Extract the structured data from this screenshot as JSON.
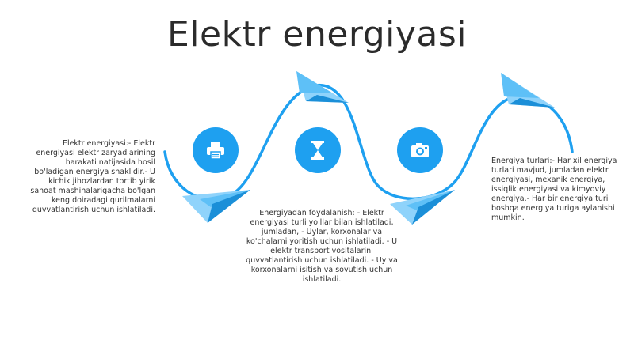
{
  "title": "Elektr energiyasi",
  "colors": {
    "accent": "#1ea0f0",
    "plane_light": "#8fd3fb",
    "plane_dark": "#1b8fd8",
    "text": "#333333"
  },
  "steps": [
    {
      "icon": "printer-icon",
      "text": "Elektr energiyasi:- Elektr energiyasi elektr zaryadlarining harakati natijasida hosil bo'ladigan energiya shaklidir.- U kichik jihozlardan tortib yirik sanoat mashinalarigacha bo'lgan keng doiradagi qurilmalarni quvvatlantirish uchun ishlatiladi."
    },
    {
      "icon": "hourglass-icon",
      "text": "Energiyadan foydalanish: - Elektr energiyasi turli yo'llar bilan ishlatiladi, jumladan, - Uylar, korxonalar va ko'chalarni yoritish uchun ishlatiladi. - U elektr transport vositalarini quvvatlantirish uchun ishlatiladi. - Uy va korxonalarni isitish va sovutish uchun ishlatiladi."
    },
    {
      "icon": "camera-icon",
      "text": "Energiya turlari:- Har xil energiya turlari mavjud, jumladan elektr energiyasi, mexanik energiya, issiqlik energiyasi va kimyoviy energiya.- Har bir energiya turi boshqa energiya turiga aylanishi mumkin."
    }
  ]
}
